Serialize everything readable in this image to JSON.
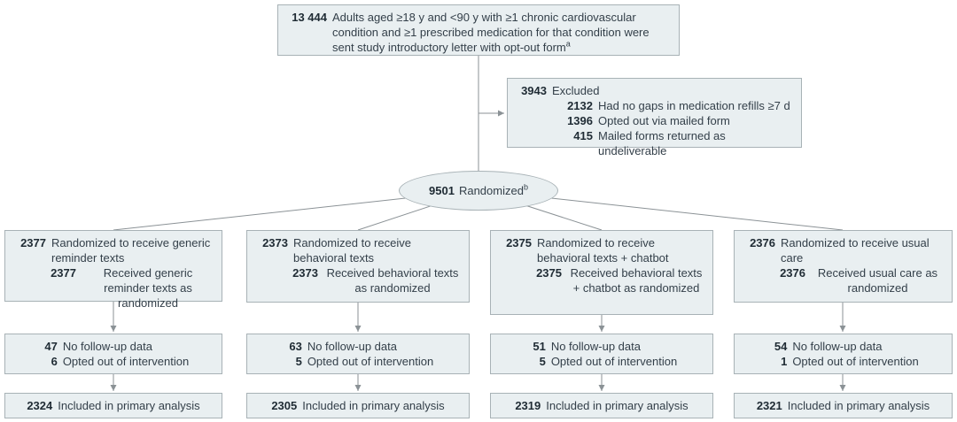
{
  "palette": {
    "fill": "#e9eff1",
    "border": "#a8b2b6",
    "line": "#8b9296",
    "text": "#333f49",
    "num": "#1f2b34",
    "bg": "#ffffff"
  },
  "enrollment": {
    "num": "13 444",
    "text": "Adults aged ≥18 y and <90 y with ≥1 chronic cardiovascular condition and ≥1 prescribed medication for that condition were sent study introductory letter with opt-out form",
    "sup": "a"
  },
  "excluded": {
    "num": "3943",
    "label": "Excluded",
    "items": [
      {
        "num": "2132",
        "text": "Had no gaps in medication refills ≥7 d"
      },
      {
        "num": "1396",
        "text": "Opted out via mailed form"
      },
      {
        "num": "415",
        "text": "Mailed forms returned as undeliverable"
      }
    ]
  },
  "randomized": {
    "num": "9501",
    "label": "Randomized",
    "sup": "b"
  },
  "arms": [
    {
      "assigned_num": "2377",
      "assigned_text": "Randomized to receive generic reminder texts",
      "received_num": "2377",
      "received_text": "Received generic reminder texts as randomized",
      "no_followup_num": "47",
      "no_followup_text": "No follow-up data",
      "opted_out_num": "6",
      "opted_out_text": "Opted out of intervention",
      "analysis_num": "2324",
      "analysis_text": "Included in primary analysis"
    },
    {
      "assigned_num": "2373",
      "assigned_text": "Randomized to receive behavioral texts",
      "received_num": "2373",
      "received_text": "Received behavioral texts as randomized",
      "no_followup_num": "63",
      "no_followup_text": "No follow-up data",
      "opted_out_num": "5",
      "opted_out_text": "Opted out of intervention",
      "analysis_num": "2305",
      "analysis_text": "Included in primary analysis"
    },
    {
      "assigned_num": "2375",
      "assigned_text": "Randomized to receive behavioral texts + chatbot",
      "received_num": "2375",
      "received_text": "Received behavioral texts + chatbot as randomized",
      "no_followup_num": "51",
      "no_followup_text": "No follow-up data",
      "opted_out_num": "5",
      "opted_out_text": "Opted out of intervention",
      "analysis_num": "2319",
      "analysis_text": "Included in primary analysis"
    },
    {
      "assigned_num": "2376",
      "assigned_text": "Randomized to receive usual care",
      "received_num": "2376",
      "received_text": "Received usual care as randomized",
      "no_followup_num": "54",
      "no_followup_text": "No follow-up data",
      "opted_out_num": "1",
      "opted_out_text": "Opted out of intervention",
      "analysis_num": "2321",
      "analysis_text": "Included in primary analysis"
    }
  ]
}
